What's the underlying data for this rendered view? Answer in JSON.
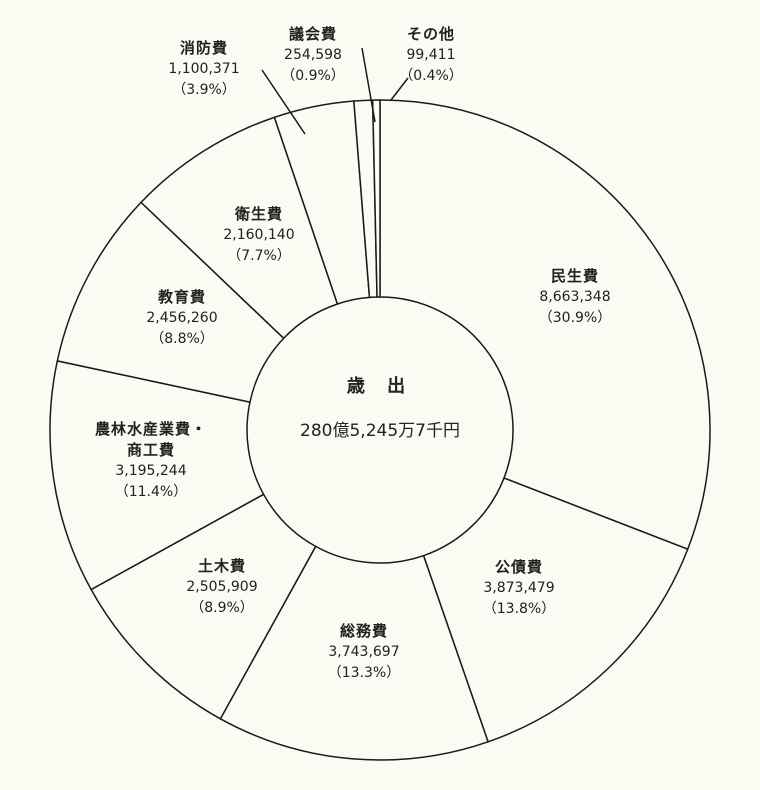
{
  "chart_data": {
    "type": "pie",
    "variant": "donut",
    "title": "歳 出",
    "center_total": "280億5,245万7千円",
    "unit": "千円",
    "categories": [
      "民生費",
      "公債費",
      "総務費",
      "土木費",
      "農林水産業費・商工費",
      "教育費",
      "衛生費",
      "消防費",
      "議会費",
      "その他"
    ],
    "values": [
      8663348,
      3873479,
      3743697,
      2505909,
      3195244,
      2456260,
      2160140,
      1100371,
      254598,
      99411
    ],
    "percents": [
      30.9,
      13.8,
      13.3,
      8.9,
      11.4,
      8.8,
      7.7,
      3.9,
      0.9,
      0.4
    ],
    "start_angle": "top",
    "direction": "clockwise",
    "colors": {
      "fill": "#fbfaf3",
      "stroke": "#1a1a1a"
    }
  },
  "center": {
    "title": "歳 出",
    "total": "280億5,245万7千円"
  },
  "labels": [
    {
      "name": "民生費",
      "value": "8,663,348",
      "pct": "（30.9%）"
    },
    {
      "name": "公債費",
      "value": "3,873,479",
      "pct": "（13.8%）"
    },
    {
      "name": "総務費",
      "value": "3,743,697",
      "pct": "（13.3%）"
    },
    {
      "name": "土木費",
      "value": "2,505,909",
      "pct": "（8.9%）"
    },
    {
      "name": "農林水産業費・",
      "name2": "商工費",
      "value": "3,195,244",
      "pct": "（11.4%）"
    },
    {
      "name": "教育費",
      "value": "2,456,260",
      "pct": "（8.8%）"
    },
    {
      "name": "衛生費",
      "value": "2,160,140",
      "pct": "（7.7%）"
    },
    {
      "name": "消防費",
      "value": "1,100,371",
      "pct": "（3.9%）"
    },
    {
      "name": "議会費",
      "value": "254,598",
      "pct": "（0.9%）"
    },
    {
      "name": "その他",
      "value": "99,411",
      "pct": "（0.4%）"
    }
  ]
}
